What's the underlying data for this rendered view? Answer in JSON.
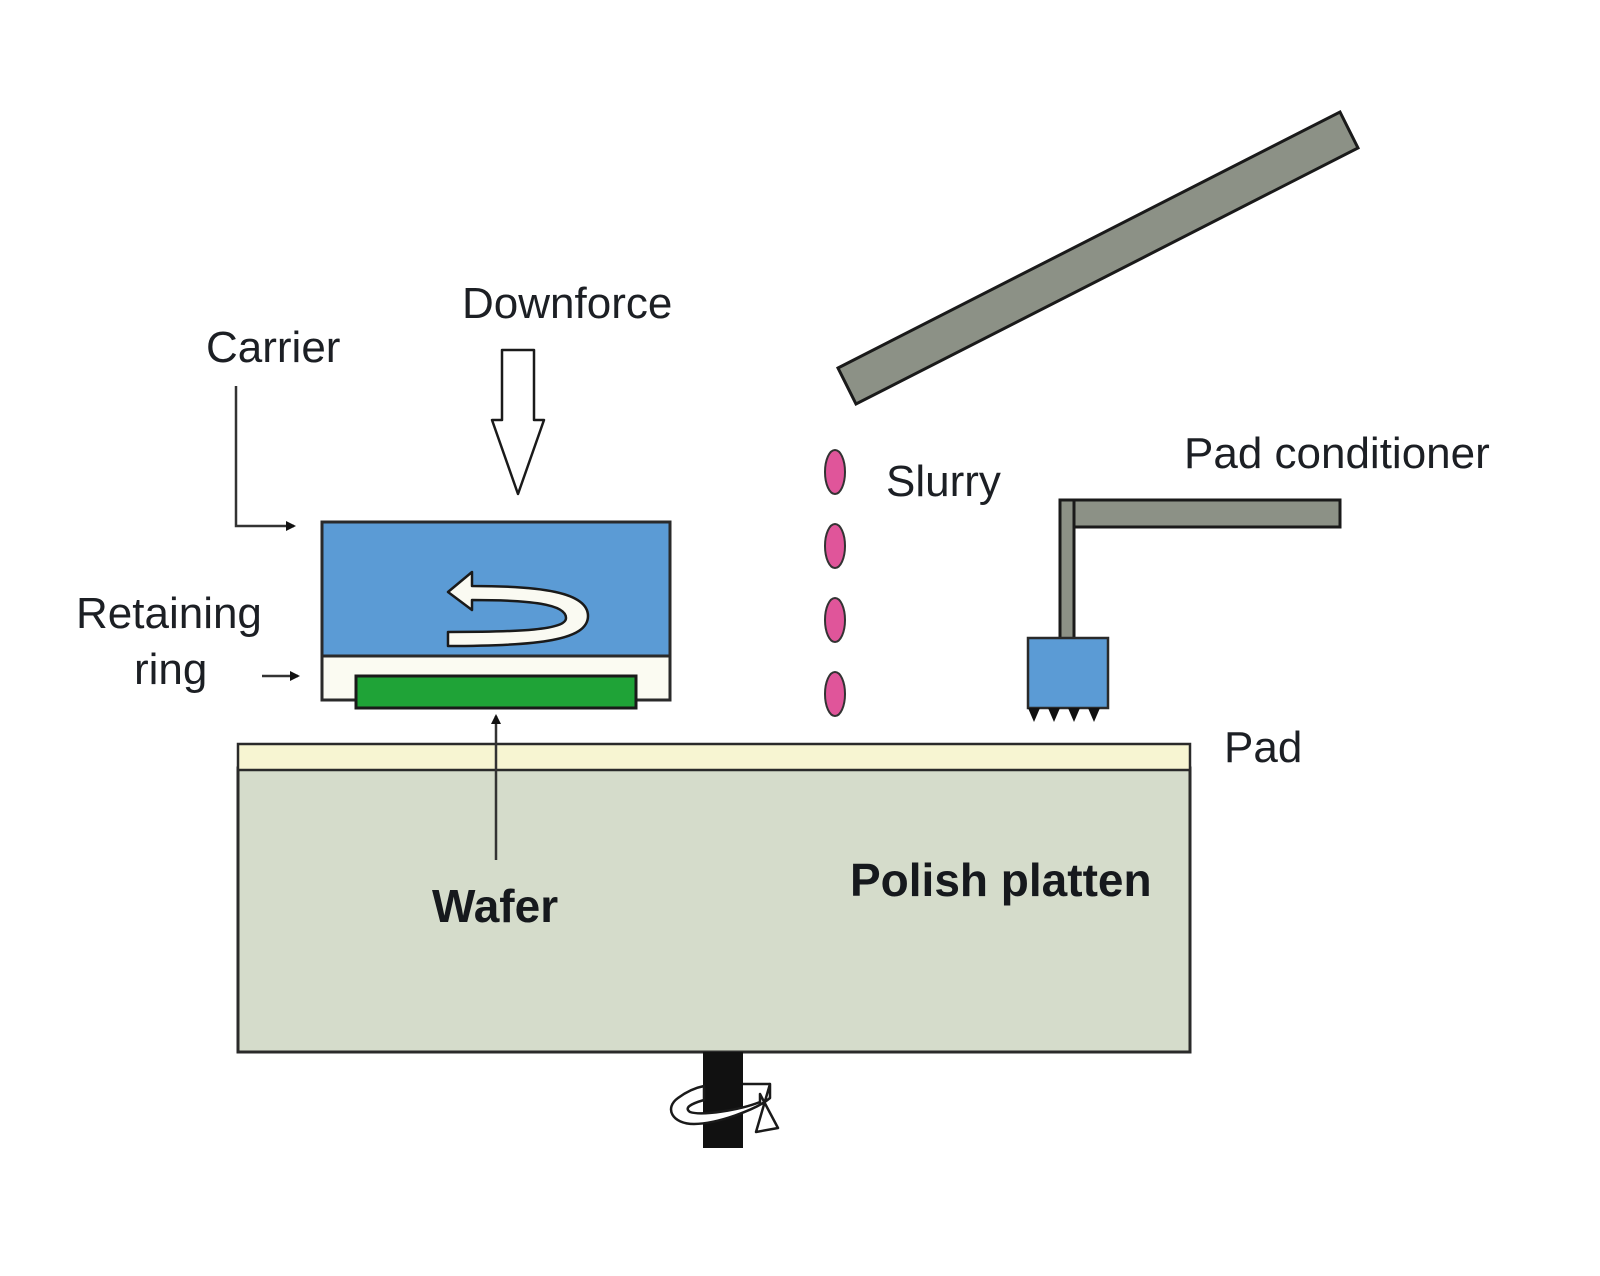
{
  "labels": {
    "downforce": "Downforce",
    "carrier": "Carrier",
    "retaining_ring_line1": "Retaining",
    "retaining_ring_line2": "ring",
    "slurry": "Slurry",
    "pad_conditioner": "Pad conditioner",
    "pad": "Pad",
    "polish_platten": "Polish platten",
    "wafer": "Wafer"
  },
  "colors": {
    "carrier": "#5b9bd5",
    "wafer": "#1fa337",
    "retaining_ring": "#fbfbf2",
    "pad": "#f7f5d2",
    "platten": "#d5dccb",
    "slurry_drop": "#e0559a",
    "conditioner_arm": "#8c9186",
    "slurry_arm": "#8c9186",
    "conditioner_head": "#5b9bd5",
    "shaft": "#111111",
    "outline": "#2a2a2a"
  },
  "icons": {
    "carrier_rotation": "rotation-arrow-icon",
    "platten_rotation": "rotation-arrow-icon",
    "downforce": "hollow-down-arrow-icon"
  }
}
